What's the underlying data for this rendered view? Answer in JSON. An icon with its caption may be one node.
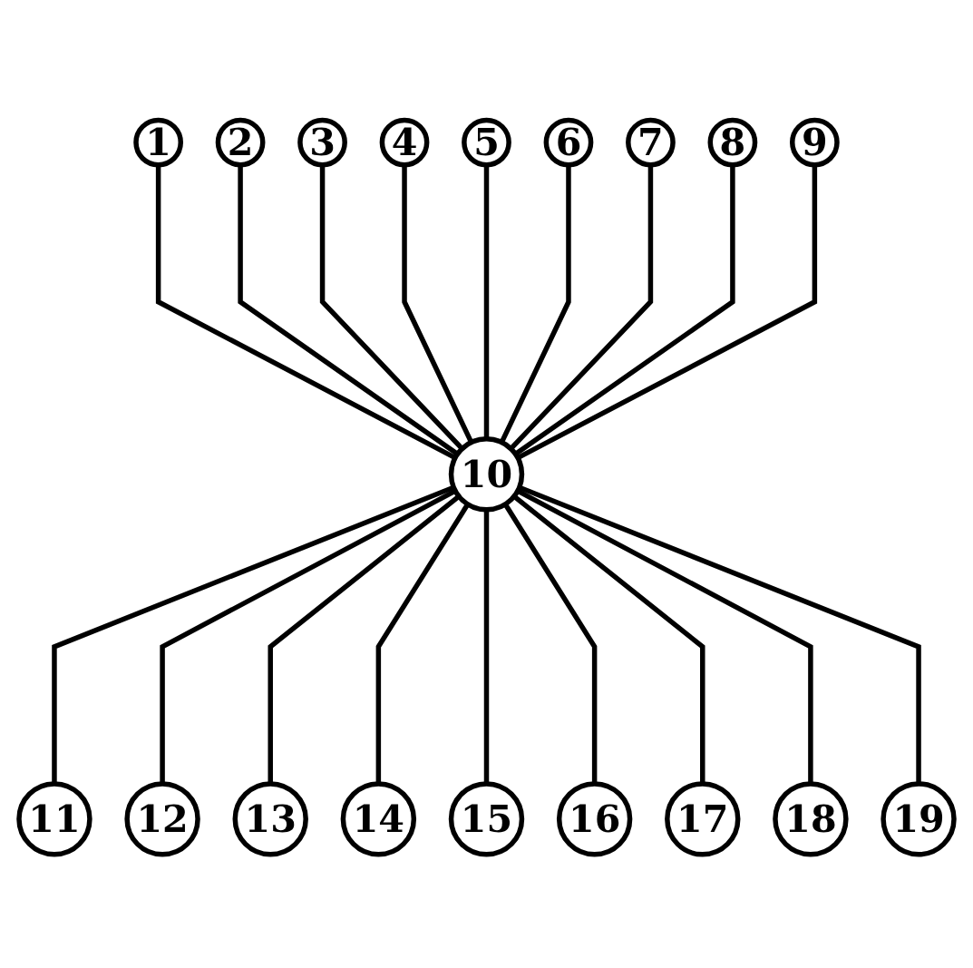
{
  "diagram": {
    "nodes": [
      {
        "text": [
          "1"
        ]
      },
      {
        "text": [
          "2"
        ]
      },
      {
        "text": [
          "3"
        ]
      },
      {
        "text": [
          "4"
        ]
      },
      {
        "text": [
          "5"
        ]
      },
      {
        "text": [
          "6"
        ]
      },
      {
        "text": [
          "7"
        ]
      },
      {
        "text": [
          "8"
        ]
      },
      {
        "text": [
          "9"
        ]
      },
      {
        "text": [
          "10"
        ]
      },
      {
        "text": [
          "11"
        ]
      },
      {
        "text": [
          "12"
        ]
      },
      {
        "text": [
          "13"
        ]
      },
      {
        "text": [
          "14"
        ]
      },
      {
        "text": [
          "15"
        ]
      },
      {
        "text": [
          "16"
        ]
      },
      {
        "text": [
          "17"
        ]
      },
      {
        "text": [
          "18"
        ]
      },
      {
        "text": [
          "19"
        ]
      }
    ],
    "edges": [
      {
        "from": 0,
        "to": 9,
        "arrow": "none"
      },
      {
        "from": 1,
        "to": 9,
        "arrow": "none"
      },
      {
        "from": 2,
        "to": 9,
        "arrow": "none"
      },
      {
        "from": 3,
        "to": 9,
        "arrow": "none"
      },
      {
        "from": 4,
        "to": 9,
        "arrow": "none"
      },
      {
        "from": 5,
        "to": 9,
        "arrow": "none"
      },
      {
        "from": 6,
        "to": 9,
        "arrow": "none"
      },
      {
        "from": 7,
        "to": 9,
        "arrow": "none"
      },
      {
        "from": 8,
        "to": 9,
        "arrow": "none"
      },
      {
        "from": 9,
        "to": 10,
        "arrow": "none"
      },
      {
        "from": 9,
        "to": 11,
        "arrow": "none"
      },
      {
        "from": 9,
        "to": 12,
        "arrow": "none"
      },
      {
        "from": 9,
        "to": 13,
        "arrow": "none"
      },
      {
        "from": 9,
        "to": 14,
        "arrow": "none"
      },
      {
        "from": 9,
        "to": 15,
        "arrow": "none"
      },
      {
        "from": 9,
        "to": 16,
        "arrow": "none"
      },
      {
        "from": 9,
        "to": 17,
        "arrow": "none"
      },
      {
        "from": 9,
        "to": 18,
        "arrow": "none"
      }
    ]
  }
}
